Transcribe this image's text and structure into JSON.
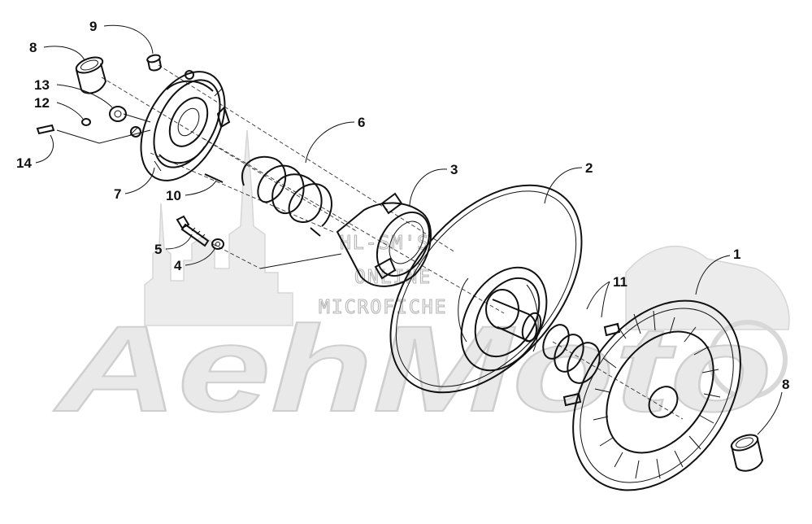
{
  "watermark": {
    "brand": "AehMoto",
    "line1": "HL-SM'S",
    "line2": "ONLINE",
    "line3": "MICROFICHE"
  },
  "callouts": [
    {
      "id": "1",
      "label": "1"
    },
    {
      "id": "2",
      "label": "2"
    },
    {
      "id": "3",
      "label": "3"
    },
    {
      "id": "4",
      "label": "4"
    },
    {
      "id": "5",
      "label": "5"
    },
    {
      "id": "6",
      "label": "6"
    },
    {
      "id": "7",
      "label": "7"
    },
    {
      "id": "8a",
      "label": "8"
    },
    {
      "id": "8b",
      "label": "8"
    },
    {
      "id": "9",
      "label": "9"
    },
    {
      "id": "10",
      "label": "10"
    },
    {
      "id": "11",
      "label": "11"
    },
    {
      "id": "12",
      "label": "12"
    },
    {
      "id": "13",
      "label": "13"
    },
    {
      "id": "14",
      "label": "14"
    }
  ]
}
